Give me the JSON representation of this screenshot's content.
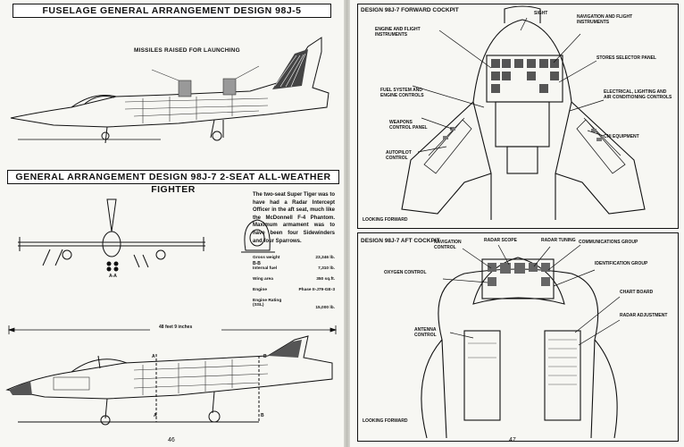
{
  "left_page": {
    "title_top": "FUSELAGE GENERAL ARRANGEMENT DESIGN 98J-5",
    "caption_top": "MISSILES RAISED FOR LAUNCHING",
    "title_mid": "GENERAL ARRANGEMENT DESIGN 98J-7 2-SEAT ALL-WEATHER FIGHTER",
    "description": "The two-seat Super Tiger was to have had a Radar Intercept Officer in the aft seat, much like the McDonnell F-4 Phantom. Maximum armament was to have been four Sidewinders and four Sparrows.",
    "specs": [
      {
        "label": "Gross weight",
        "value": "23,346 lb."
      },
      {
        "label": "Internal fuel",
        "value": "7,310 lb."
      },
      {
        "label": "Wing area",
        "value": "350 sq.ft."
      },
      {
        "label": "Engine",
        "value": "Phase II-J79-GE-3"
      },
      {
        "label": "Engine Rating (SSL)",
        "value": "15,000 lb."
      }
    ],
    "section_aa": "A-A",
    "section_bb": "B-B",
    "dimension": "48 feet 9 inches",
    "mark_a": "A",
    "mark_b": "B",
    "page_number": "46"
  },
  "right_page": {
    "forward": {
      "title": "DESIGN 98J-7 FORWARD COCKPIT",
      "labels": {
        "sight": "SIGHT",
        "engine": "ENGINE AND FLIGHT INSTRUMENTS",
        "navigation": "NAVIGATION AND FLIGHT INSTRUMENTS",
        "stores": "STORES SELECTOR PANEL",
        "fuel": "FUEL SYSTEM AND ENGINE CONTROLS",
        "electrical": "ELECTRICAL, LIGHTING AND AIR CONDITIONING CONTROLS",
        "weapons": "WEAPONS CONTROL PANEL",
        "cni": "CNI EQUIPMENT",
        "autopilot": "AUTOPILOT CONTROL"
      },
      "footer": "LOOKING FORWARD"
    },
    "aft": {
      "title": "DESIGN 98J-7 AFT COCKPIT",
      "labels": {
        "navigation": "NAVIGATION CONTROL",
        "scope": "RADAR SCOPE",
        "tuning": "RADAR TUNING",
        "comms": "COMMUNICATIONS GROUP",
        "ident": "IDENTIFICATION GROUP",
        "oxygen": "OXYGEN CONTROL",
        "chart": "CHART BOARD",
        "adjust": "RADAR ADJUSTMENT",
        "antenna": "ANTENNA CONTROL"
      },
      "footer": "LOOKING FORWARD"
    },
    "page_number": "47"
  }
}
